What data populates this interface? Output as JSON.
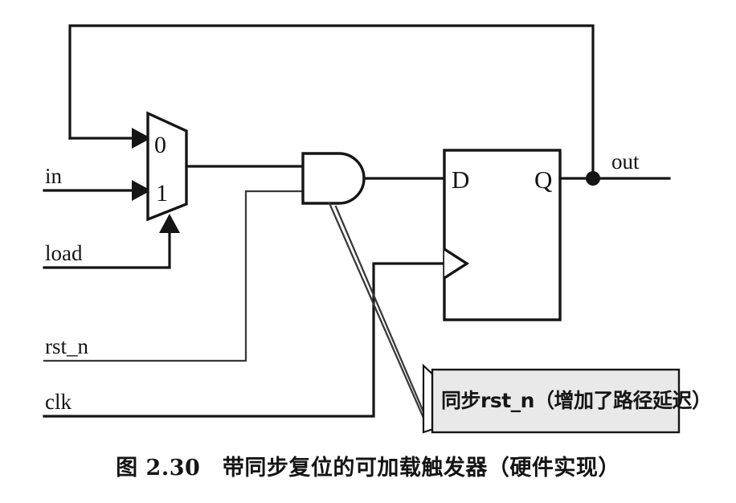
{
  "figure": {
    "caption": "图 2.30　带同步复位的可加载触发器（硬件实现）",
    "caption_number": "图 2.30",
    "caption_title": "带同步复位的可加载触发器（硬件实现）"
  },
  "signals": {
    "in": "in",
    "load": "load",
    "rst_n": "rst_n",
    "clk": "clk",
    "out": "out"
  },
  "mux": {
    "input_0_label": "0",
    "input_1_label": "1",
    "name": "2-to-1 multiplexer"
  },
  "and_gate": {
    "name": "AND gate"
  },
  "flipflop": {
    "d_label": "D",
    "q_label": "Q",
    "name": "D flip-flop"
  },
  "annotation": {
    "text": "同步rst_n（增加了路径延迟）",
    "background": "#e9e9e9",
    "border": "#151515"
  },
  "colors": {
    "wire": "#151515",
    "wire_thin": "#3a3a3a",
    "background": "#ffffff",
    "text": "#141414"
  }
}
